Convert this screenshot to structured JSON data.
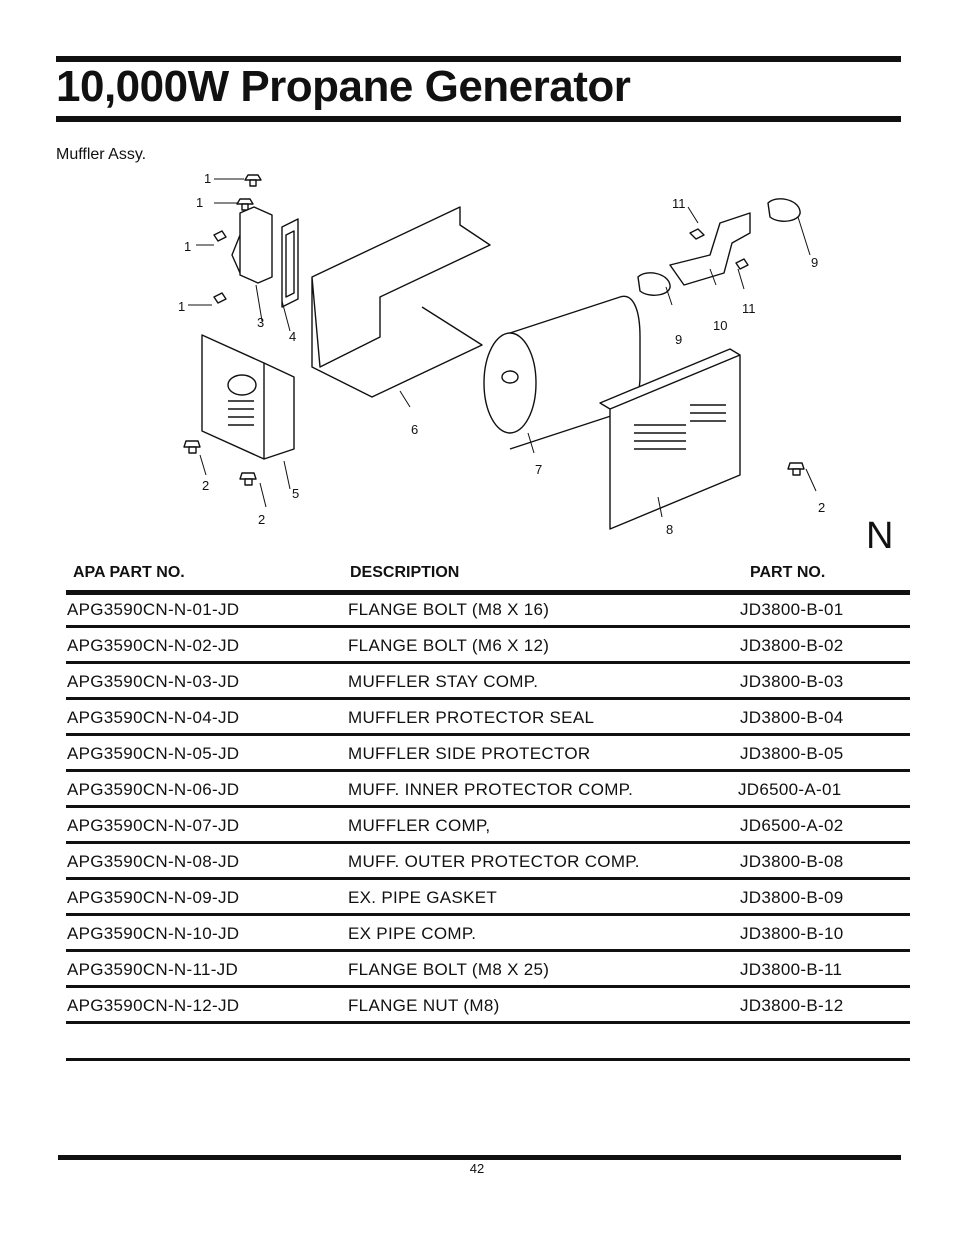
{
  "header": {
    "title": "10,000W Propane Generator"
  },
  "section": {
    "subtitle": "Muffler Assy."
  },
  "diagram": {
    "callouts": [
      "1",
      "1",
      "1",
      "1",
      "2",
      "2",
      "2",
      "3",
      "4",
      "5",
      "6",
      "7",
      "8",
      "9",
      "9",
      "10",
      "11",
      "11"
    ]
  },
  "page_mark": "N",
  "table": {
    "headers": {
      "apa_part_no": "APA PART NO.",
      "description": "DESCRIPTION",
      "part_no": "PART NO."
    },
    "rows": [
      {
        "apa": "APG3590CN-N-01-JD",
        "desc": "FLANGE BOLT (M8 X 16)",
        "part": "JD3800-B-01"
      },
      {
        "apa": "APG3590CN-N-02-JD",
        "desc": "FLANGE BOLT (M6 X 12)",
        "part": "JD3800-B-02"
      },
      {
        "apa": "APG3590CN-N-03-JD",
        "desc": "MUFFLER STAY COMP.",
        "part": "JD3800-B-03"
      },
      {
        "apa": "APG3590CN-N-04-JD",
        "desc": "MUFFLER PROTECTOR SEAL",
        "part": "JD3800-B-04"
      },
      {
        "apa": "APG3590CN-N-05-JD",
        "desc": "MUFFLER SIDE PROTECTOR",
        "part": "JD3800-B-05"
      },
      {
        "apa": "APG3590CN-N-06-JD",
        "desc": "MUFF. INNER PROTECTOR COMP.",
        "part": "JD6500-A-01"
      },
      {
        "apa": "APG3590CN-N-07-JD",
        "desc": "MUFFLER COMP,",
        "part": "JD6500-A-02"
      },
      {
        "apa": "APG3590CN-N-08-JD",
        "desc": "MUFF. OUTER PROTECTOR COMP.",
        "part": "JD3800-B-08"
      },
      {
        "apa": "APG3590CN-N-09-JD",
        "desc": "EX. PIPE GASKET",
        "part": "JD3800-B-09"
      },
      {
        "apa": "APG3590CN-N-10-JD",
        "desc": "EX PIPE COMP.",
        "part": "JD3800-B-10"
      },
      {
        "apa": "APG3590CN-N-11-JD",
        "desc": "FLANGE BOLT (M8 X 25)",
        "part": "JD3800-B-11"
      },
      {
        "apa": "APG3590CN-N-12-JD",
        "desc": "FLANGE NUT (M8)",
        "part": "JD3800-B-12"
      },
      {
        "apa": "",
        "desc": "",
        "part": ""
      }
    ]
  },
  "footer": {
    "page_number": "42"
  }
}
